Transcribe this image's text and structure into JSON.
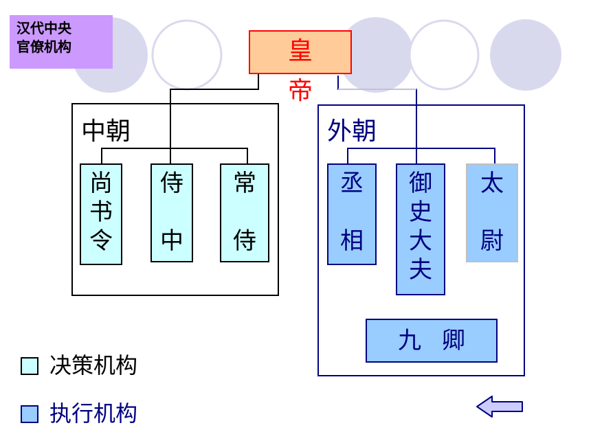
{
  "title": {
    "line1": "汉代中央",
    "line2": "官僚机构"
  },
  "emperor": "皇帝",
  "courts": {
    "inner": {
      "label": "中朝",
      "offices": [
        {
          "name": "尚书令",
          "chars": [
            "尚",
            "书",
            "令"
          ]
        },
        {
          "name": "侍中",
          "chars": [
            "侍",
            "",
            "中"
          ]
        },
        {
          "name": "常侍",
          "chars": [
            "常",
            "",
            "侍"
          ]
        }
      ]
    },
    "outer": {
      "label": "外朝",
      "offices": [
        {
          "name": "丞相",
          "chars": [
            "丞",
            "",
            "相"
          ]
        },
        {
          "name": "御史大夫",
          "chars": [
            "御",
            "史",
            "大",
            "夫"
          ]
        },
        {
          "name": "太尉",
          "chars": [
            "太",
            "",
            "尉"
          ]
        }
      ],
      "nine_ministers": "九卿"
    }
  },
  "legend": [
    {
      "label": "决策机构",
      "color": "#ccffff",
      "text_color": "#000000"
    },
    {
      "label": "执行机构",
      "color": "#99ccff",
      "text_color": "#000080"
    }
  ],
  "colors": {
    "decision_fill": "#ccffff",
    "execution_fill": "#99ccff",
    "emperor_fill": "#ffcc99",
    "emperor_border": "#ff0000",
    "title_fill": "#cc99ff",
    "outer_court_border": "#000080",
    "deco_circle": "#d9d9ee"
  },
  "icons": {
    "back": "left-arrow-icon"
  }
}
